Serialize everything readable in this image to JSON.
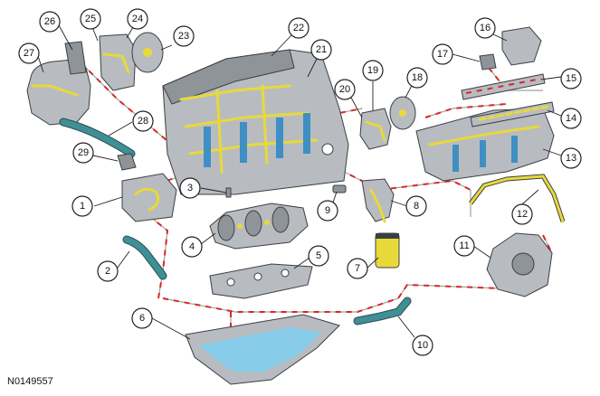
{
  "reference_code": "N0149557",
  "callouts": [
    "1",
    "2",
    "3",
    "4",
    "5",
    "6",
    "7",
    "8",
    "9",
    "10",
    "11",
    "12",
    "13",
    "14",
    "15",
    "16",
    "17",
    "18",
    "19",
    "20",
    "21",
    "22",
    "23",
    "24",
    "25",
    "26",
    "27",
    "28",
    "29"
  ],
  "colors": {
    "oil_flow": "#e02424",
    "engine_part": "#b8bcc0",
    "oil_gallery": "#e8d93a",
    "coolant_passage": "#3f8fc4",
    "hose": "#3e8f96",
    "oil_in_pan": "#7ed0f0"
  }
}
